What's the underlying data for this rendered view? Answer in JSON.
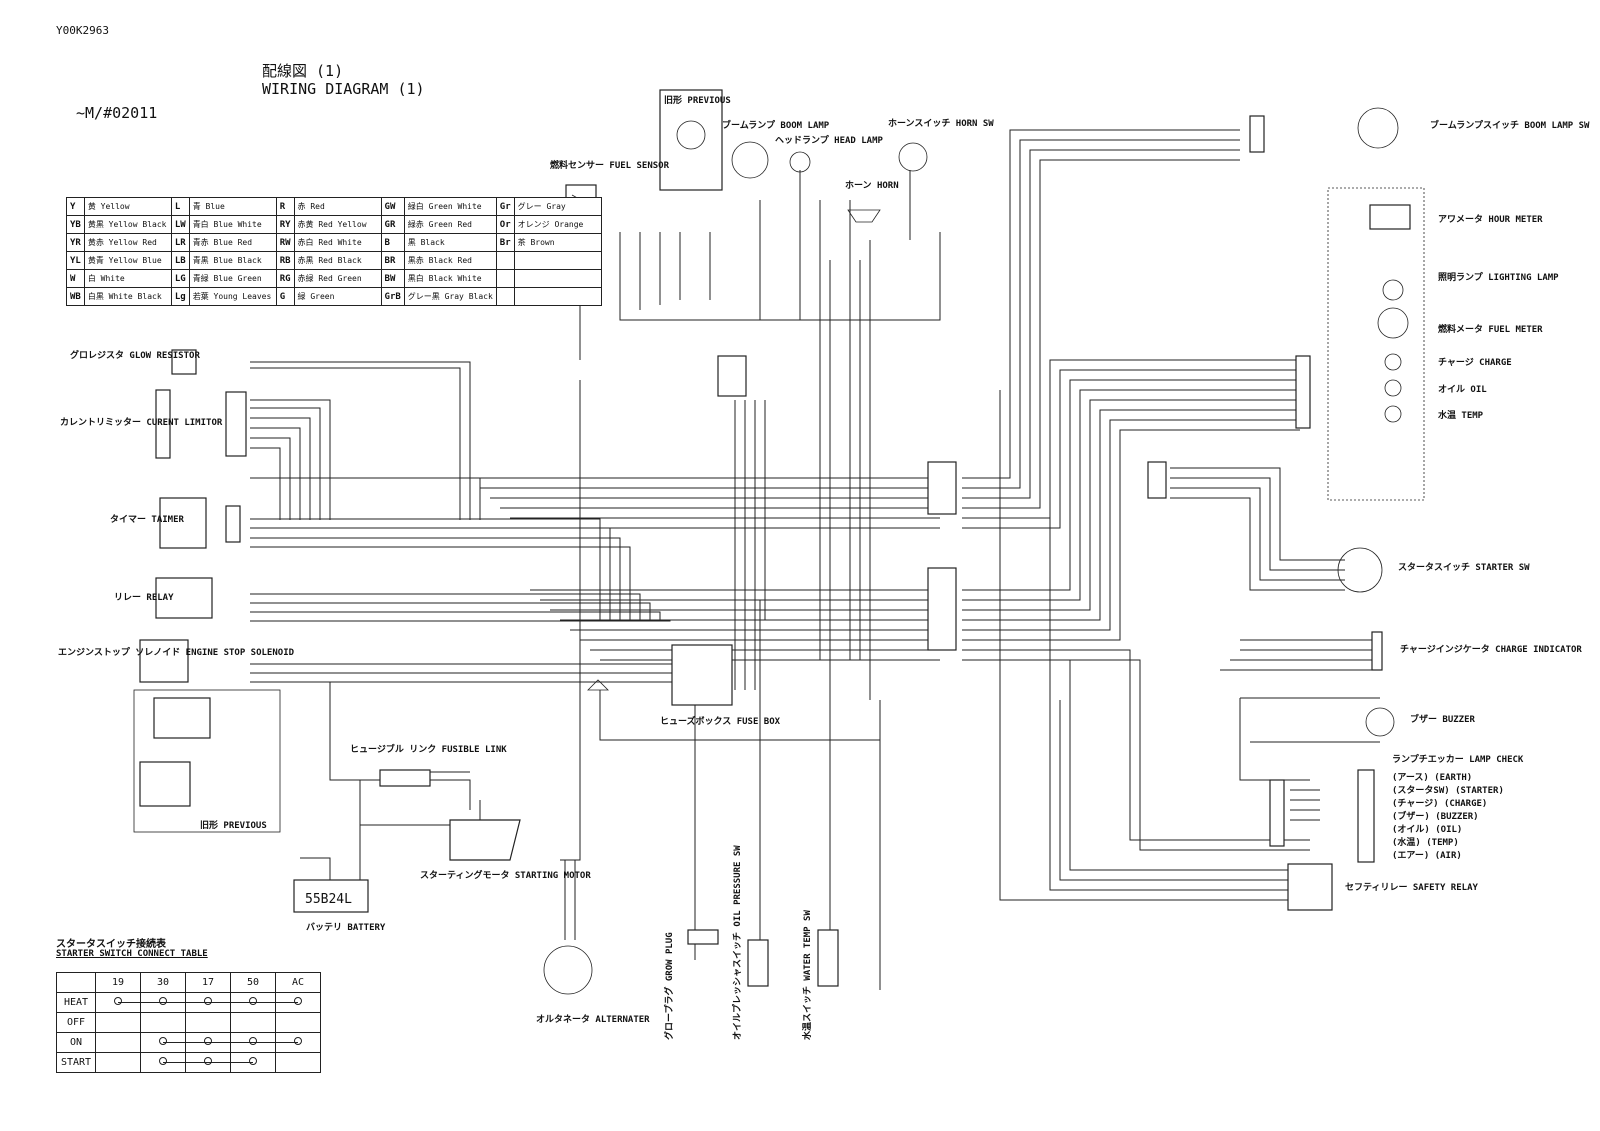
{
  "doc_code": "Y00K2963",
  "title_jp": "配線図 (1)",
  "title_en": "WIRING DIAGRAM (1)",
  "serial": "~M/#02011",
  "color_legend": [
    [
      [
        "Y",
        "黄 Yellow"
      ],
      [
        "L",
        "青 Blue"
      ],
      [
        "R",
        "赤 Red"
      ],
      [
        "GW",
        "緑白 Green White"
      ],
      [
        "Gr",
        "グレー Gray"
      ]
    ],
    [
      [
        "YB",
        "黄黒 Yellow Black"
      ],
      [
        "LW",
        "青白 Blue White"
      ],
      [
        "RY",
        "赤黄 Red Yellow"
      ],
      [
        "GR",
        "緑赤 Green Red"
      ],
      [
        "Or",
        "オレンジ Orange"
      ]
    ],
    [
      [
        "YR",
        "黄赤 Yellow Red"
      ],
      [
        "LR",
        "青赤 Blue Red"
      ],
      [
        "RW",
        "赤白 Red White"
      ],
      [
        "B",
        "黒 Black"
      ],
      [
        "Br",
        "茶 Brown"
      ]
    ],
    [
      [
        "YL",
        "黄青 Yellow Blue"
      ],
      [
        "LB",
        "青黒 Blue Black"
      ],
      [
        "RB",
        "赤黒 Red Black"
      ],
      [
        "BR",
        "黒赤 Black Red"
      ],
      [
        "",
        ""
      ]
    ],
    [
      [
        "W",
        "白 White"
      ],
      [
        "LG",
        "青緑 Blue Green"
      ],
      [
        "RG",
        "赤緑 Red Green"
      ],
      [
        "BW",
        "黒白 Black White"
      ],
      [
        "",
        ""
      ]
    ],
    [
      [
        "WB",
        "白黒 White Black"
      ],
      [
        "Lg",
        "若葉 Young Leaves"
      ],
      [
        "G",
        "緑 Green"
      ],
      [
        "GrB",
        "グレー黒 Gray Black"
      ],
      [
        "",
        ""
      ]
    ]
  ],
  "components": {
    "previous_top": "旧形 PREVIOUS",
    "fuel_sensor": "燃料センサー FUEL SENSOR",
    "boom_lamp": "ブームランプ BOOM LAMP",
    "head_lamp": "ヘッドランプ HEAD LAMP",
    "horn": "ホーン HORN",
    "horn_sw": "ホーンスイッチ HORN SW",
    "boom_lamp_sw": "ブームランプスイッチ BOOM LAMP SW",
    "hour_meter": "アワメータ HOUR METER",
    "lighting_lamp": "照明ランプ LIGHTING LAMP",
    "fuel_meter": "燃料メータ FUEL METER",
    "charge": "チャージ CHARGE",
    "oil": "オイル OIL",
    "temp": "水温 TEMP",
    "glow_resistor": "グロレジスタ GLOW RESISTOR",
    "current_limitor": "カレントリミッター CURENT LIMITOR",
    "taimer": "タイマー TAIMER",
    "relay": "リレー RELAY",
    "engine_stop": "エンジンストップ ソレノイド ENGINE STOP SOLENOID",
    "previous_bottom": "旧形 PREVIOUS",
    "fusible_link": "ヒュージブル リンク FUSIBLE LINK",
    "fuse_box": "ヒューズボックス FUSE BOX",
    "starter_sw": "スタータスイッチ STARTER SW",
    "charge_indicator": "チャージインジケータ CHARGE INDICATOR",
    "buzzer": "ブザー BUZZER",
    "lamp_check": "ランプチエッカー LAMP CHECK",
    "safety_relay": "セフティリレー SAFETY RELAY",
    "starting_motor": "スターティングモータ STARTING MOTOR",
    "battery": "バッテリ BATTERY",
    "battery_model": "55B24L",
    "alternater": "オルタネータ ALTERNATER",
    "grow_plug": "グロープラグ GROW PLUG",
    "oil_pressure_sw": "オイルプレッシャスイッチ OIL PRESSURE SW",
    "water_temp_sw": "水温スイッチ WATER TEMP SW"
  },
  "lamp_check_items": [
    "(アース) (EARTH)",
    "(スタータSW) (STARTER)",
    "(チャージ) (CHARGE)",
    "(ブザー) (BUZZER)",
    "(オイル) (OIL)",
    "(水温) (TEMP)",
    "(エアー) (AIR)"
  ],
  "connect_table": {
    "title_jp": "スタータスイッチ接続表",
    "title_en": "STARTER SWITCH CONNECT TABLE",
    "columns": [
      "19",
      "30",
      "17",
      "50",
      "AC"
    ],
    "rows": [
      "HEAT",
      "OFF",
      "ON",
      "START"
    ]
  }
}
